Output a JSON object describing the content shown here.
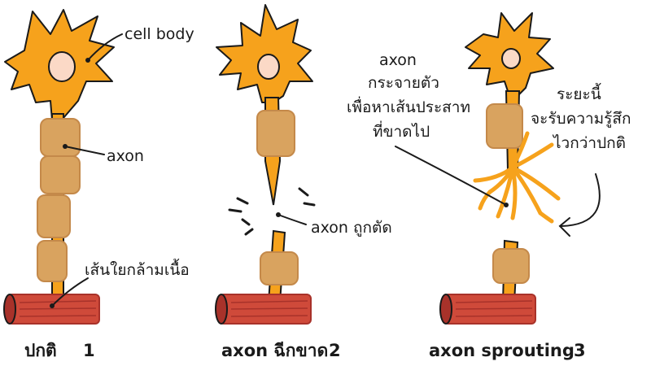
{
  "panels": [
    {
      "caption": "ปกติ",
      "number": "1",
      "labels": {
        "cell_body": "cell body",
        "axon": "axon",
        "muscle": "เส้นใยกล้ามเนื้อ"
      }
    },
    {
      "caption": "axon ฉีกขาด",
      "number": "2",
      "labels": {
        "cut": "axon ถูกตัด"
      }
    },
    {
      "caption": "axon sprouting",
      "number": "3",
      "labels": {
        "sprout_line1": "axon",
        "sprout_line2": "กระจายตัว",
        "sprout_line3": "เพื่อหาเส้นประสาท",
        "sprout_line4": "ที่ขาดไป",
        "feel_line1": "ระยะนี้",
        "feel_line2": "จะรับความรู้สึก",
        "feel_line3": "ไวกว่าปกติ"
      }
    }
  ],
  "colors": {
    "neuron": "#f6a21c",
    "neuron_outline": "#1a1a1a",
    "nucleus": "#fbd9c6",
    "myelin": "#d9a35f",
    "myelin_dark": "#c4894a",
    "muscle": "#cf4a3a",
    "muscle_dark": "#a8322a"
  }
}
